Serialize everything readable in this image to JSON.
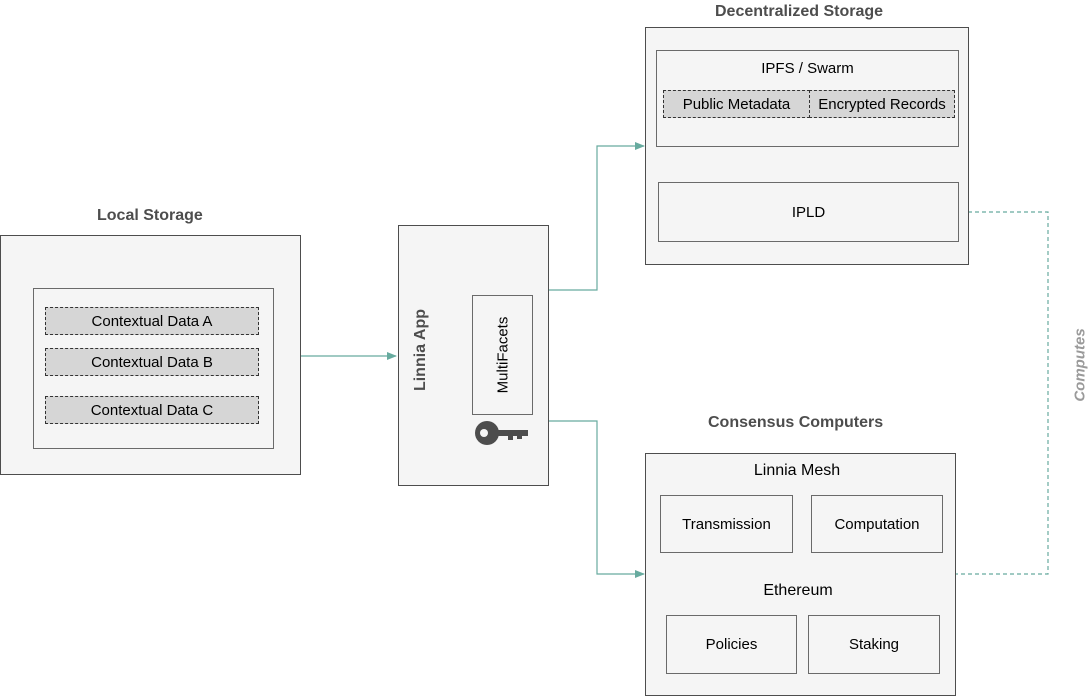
{
  "local_storage": {
    "title": "Local Storage",
    "items": [
      "Contextual Data A",
      "Contextual Data B",
      "Contextual Data C"
    ]
  },
  "app": {
    "title": "Linnia App",
    "multifacets": "MultiFacets",
    "key_icon": "key-icon"
  },
  "decentralized_storage": {
    "title": "Decentralized Storage",
    "ipfs": "IPFS / Swarm",
    "public_metadata": "Public Metadata",
    "encrypted_records": "Encrypted Records",
    "ipld": "IPLD"
  },
  "consensus": {
    "title": "Consensus Computers",
    "mesh": "Linnia Mesh",
    "transmission": "Transmission",
    "computation": "Computation",
    "ethereum": "Ethereum",
    "policies": "Policies",
    "staking": "Staking"
  },
  "edges": {
    "computes": "Computes"
  },
  "colors": {
    "connector": "#67ab9f",
    "box_fill": "#f5f5f5",
    "dashed_fill": "#d6d6d6",
    "title": "#4d4d4d"
  }
}
